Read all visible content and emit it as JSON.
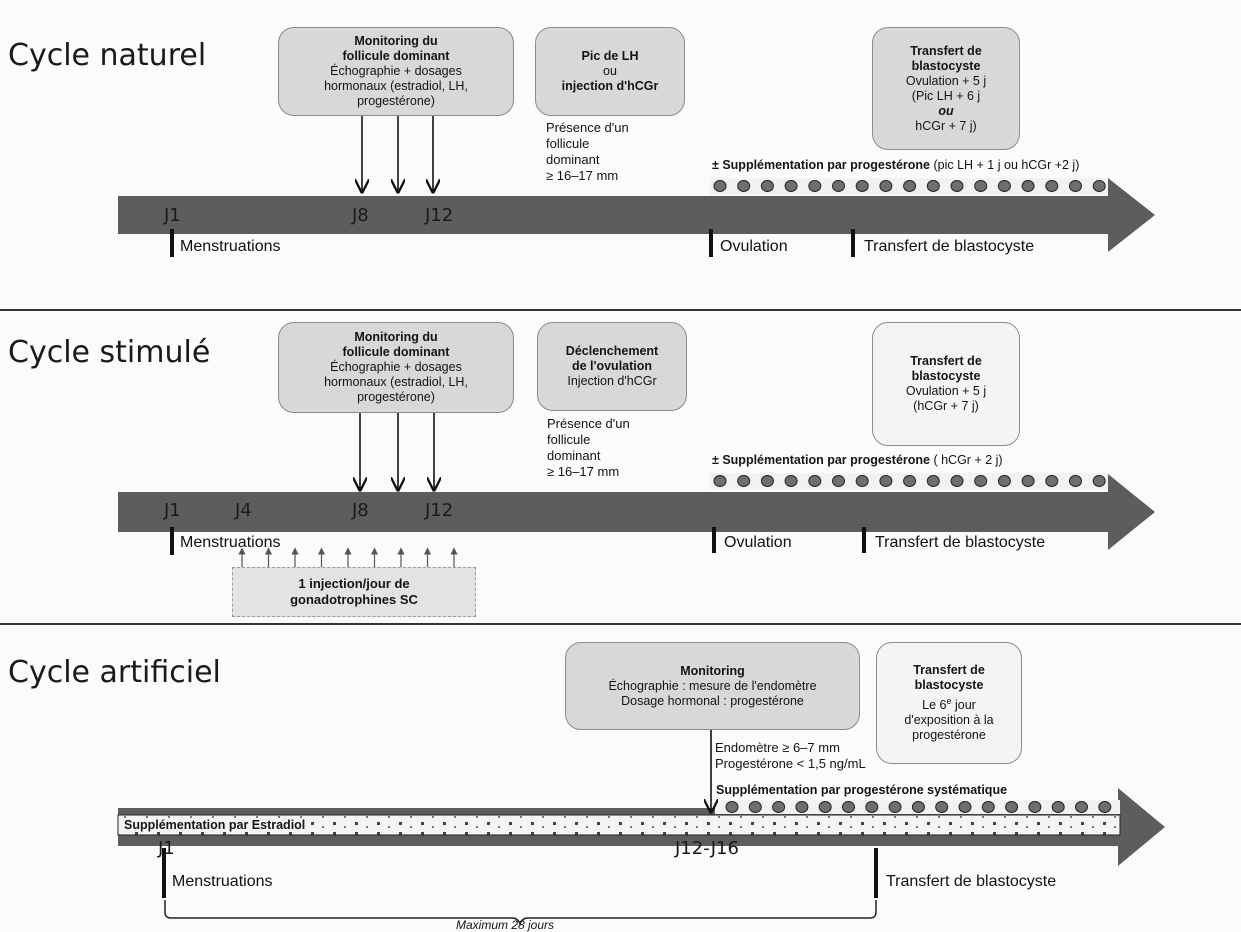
{
  "naturel": {
    "title": "Cycle naturel",
    "box_monitoring": {
      "l1": "Monitoring du",
      "l2": "follicule dominant",
      "l3": "Échographie + dosages",
      "l4": "hormonaux (estradiol, LH,",
      "l5": "progestérone)"
    },
    "box_pic": {
      "l1": "Pic de LH",
      "l2": "ou",
      "l3": "injection d'hCGr"
    },
    "box_transfert": {
      "l1": "Transfert de",
      "l2": "blastocyste",
      "l3": "Ovulation + 5 j",
      "l4": "(Pic LH + 6 j",
      "l5": "ou",
      "l6": "hCGr + 7 j)"
    },
    "presence": {
      "l1": "Présence d'un",
      "l2": "follicule",
      "l3": "dominant",
      "l4": "≥ 16–17 mm"
    },
    "supp": {
      "bold": "± Supplémentation par progestérone",
      "rest": " (pic LH + 1 j ou hCGr +2 j)"
    },
    "days": {
      "j1": "J1",
      "j8": "J8",
      "j12": "J12"
    },
    "labels": {
      "menstruations": "Menstruations",
      "ovulation": "Ovulation",
      "transfert": "Transfert de blastocyste"
    }
  },
  "stimule": {
    "title": "Cycle stimulé",
    "box_monitoring": {
      "l1": "Monitoring du",
      "l2": "follicule dominant",
      "l3": "Échographie + dosages",
      "l4": "hormonaux (estradiol, LH,",
      "l5": "progestérone)"
    },
    "box_declenchement": {
      "l1": "Déclenchement",
      "l2": "de l'ovulation",
      "l3": "Injection d'hCGr"
    },
    "box_transfert": {
      "l1": "Transfert de",
      "l2": "blastocyste",
      "l3": "Ovulation + 5 j",
      "l4": "(hCGr + 7 j)"
    },
    "presence": {
      "l1": "Présence d'un",
      "l2": "follicule",
      "l3": "dominant",
      "l4": "≥ 16–17 mm"
    },
    "supp": {
      "bold": "± Supplémentation par progestérone",
      "rest": " ( hCGr + 2 j)"
    },
    "days": {
      "j1": "J1",
      "j4": "J4",
      "j8": "J8",
      "j12": "J12"
    },
    "labels": {
      "menstruations": "Menstruations",
      "ovulation": "Ovulation",
      "transfert": "Transfert de blastocyste"
    },
    "injection_box": {
      "l1": "1 injection/jour de",
      "l2": "gonadotrophines SC"
    }
  },
  "artificiel": {
    "title": "Cycle artificiel",
    "box_monitoring": {
      "l1": "Monitoring",
      "l2": "Échographie : mesure de l'endomètre",
      "l3": "Dosage hormonal : progestérone"
    },
    "box_transfert": {
      "l1": "Transfert de",
      "l2": "blastocyste",
      "l3": "Le 6e jour",
      "l4": "d'exposition à la",
      "l5": "progestérone"
    },
    "criteria": {
      "l1": "Endomètre ≥ 6–7 mm",
      "l2": "Progestérone < 1,5 ng/mL"
    },
    "supp_prog": "Supplémentation par progestérone systématique",
    "supp_estradiol": "Supplémentation par Estradiol",
    "days": {
      "j1": "J1",
      "j12_16": "J12-J16"
    },
    "labels": {
      "menstruations": "Menstruations",
      "transfert": "Transfert de blastocyste"
    },
    "max": "Maximum 28 jours"
  },
  "colors": {
    "arrow": "#5d5d5d",
    "box_dark": "#d8d8d8",
    "box_light": "#f4f4f4",
    "pill": "#6e6e6e"
  }
}
